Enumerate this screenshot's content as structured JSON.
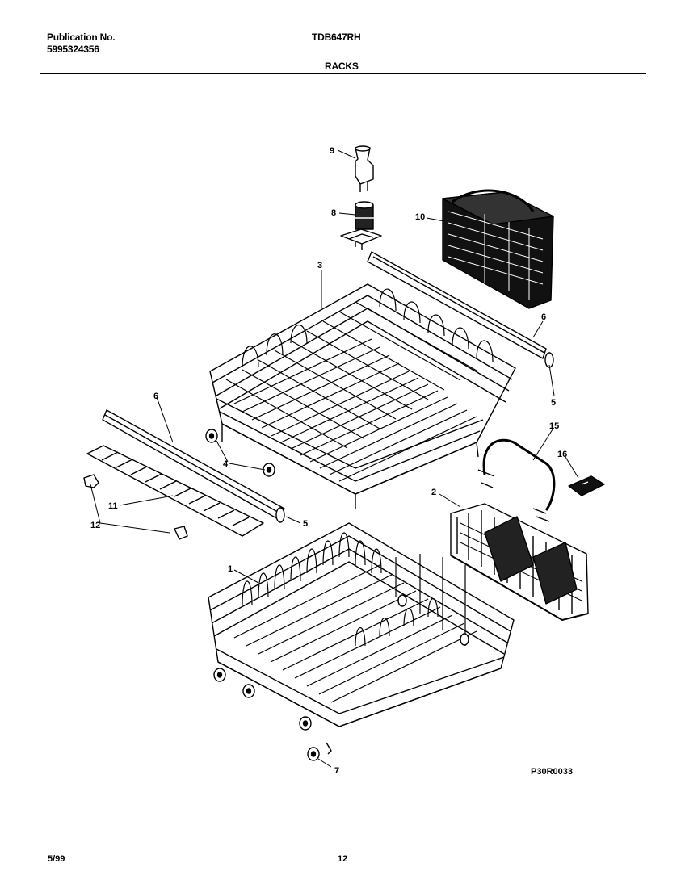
{
  "header": {
    "publication_label": "Publication No.",
    "publication_number": "5995324356",
    "model": "TDB647RH",
    "section": "RACKS"
  },
  "footer": {
    "date": "5/99",
    "page": "12"
  },
  "diagram": {
    "reference_code": "P30R0033",
    "callouts": {
      "c1": "1",
      "c2": "2",
      "c3": "3",
      "c4": "4",
      "c5a": "5",
      "c5b": "5",
      "c6a": "6",
      "c6b": "6",
      "c7": "7",
      "c8": "8",
      "c9": "9",
      "c10": "10",
      "c11": "11",
      "c12": "12",
      "c15": "15",
      "c16": "16"
    }
  }
}
